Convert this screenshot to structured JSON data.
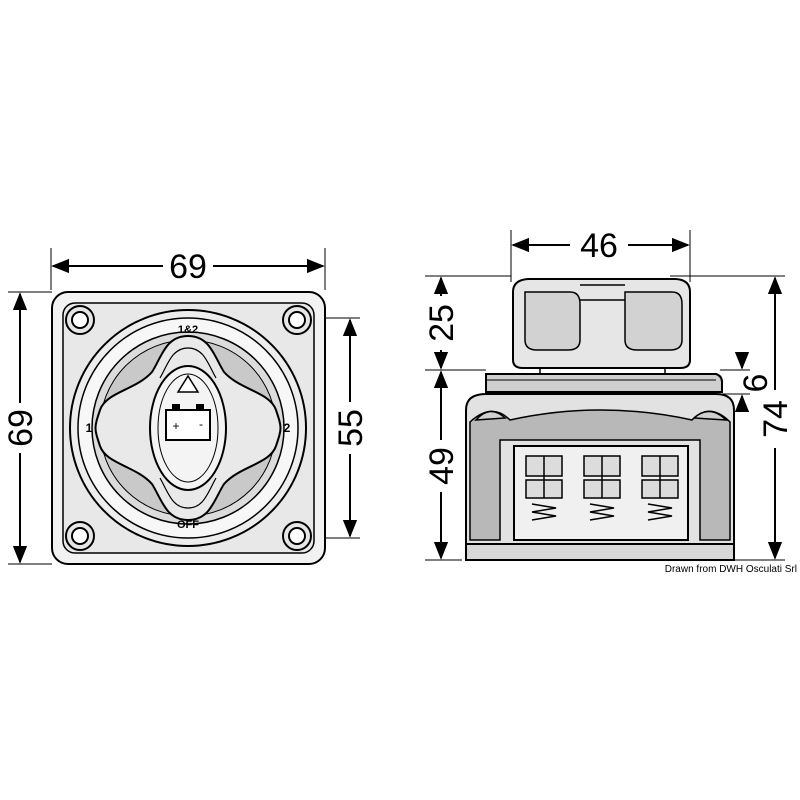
{
  "dimensions": {
    "front_width": "69",
    "front_height": "69",
    "front_hole_spacing": "55",
    "side_knob_width": "46",
    "side_knob_height": "25",
    "side_flange_height": "6",
    "side_body_height": "49",
    "side_total_height": "74"
  },
  "dial_labels": {
    "top": "1&2",
    "left": "1",
    "right": "2",
    "bottom": "OFF"
  },
  "battery_symbol": {
    "plus": "+",
    "minus": "-"
  },
  "credit": "Drawn from DWH Osculati Srl",
  "colors": {
    "line": "#000000",
    "body_fill": "#e6e6e6",
    "dark_fill": "#bdbdbd",
    "shadow_fill": "#9a9a9a",
    "background": "#ffffff"
  }
}
